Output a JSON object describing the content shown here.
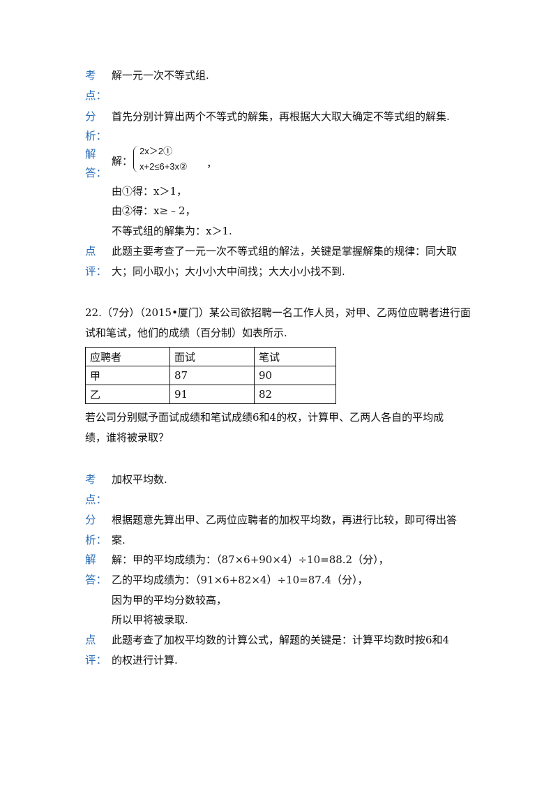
{
  "q21": {
    "kaodian_label_1": "考",
    "kaodian_label_2": "点：",
    "kaodian_text": "解一元一次不等式组.",
    "fenxi_label_1": "分",
    "fenxi_label_2": "析：",
    "fenxi_text": "首先分别计算出两个不等式的解集，再根据大大取大确定不等式组的解集.",
    "jieda_label_1": "解",
    "jieda_label_2": "答：",
    "jie_prefix": "解：",
    "system_line1": "2x＞2①",
    "system_line2": "x+2≤6+3x②",
    "system_comma": "，",
    "step1": "由①得：x＞1，",
    "step2": "由②得：x≥﹣2，",
    "step3": "不等式组的解集为：x＞1.",
    "dianping_label_1": "点",
    "dianping_label_2": "评：",
    "dianping_line1": "此题主要考查了一元一次不等式组的解法，关键是掌握解集的规律：同大取",
    "dianping_line2": "大；同小取小；大小小大中间找；大大小小找不到."
  },
  "q22": {
    "stem_line1": "22.（7分）（2015•厦门）某公司欲招聘一名工作人员，对甲、乙两位应聘者进行面",
    "stem_line2": "试和笔试，他们的成绩（百分制）如表所示.",
    "table": {
      "headers": [
        "应聘者",
        "面试",
        "笔试"
      ],
      "rows": [
        [
          "甲",
          "87",
          "90"
        ],
        [
          "乙",
          "91",
          "82"
        ]
      ]
    },
    "question_line1": "若公司分别赋予面试成绩和笔试成绩6和4的权，计算甲、乙两人各自的平均成",
    "question_line2": "绩，谁将被录取？",
    "kaodian_label_1": "考",
    "kaodian_label_2": "点：",
    "kaodian_text": "加权平均数.",
    "fenxi_label_1": "分",
    "fenxi_label_2": "析：",
    "fenxi_line1": "根据题意先算出甲、乙两位应聘者的加权平均数，再进行比较，即可得出答",
    "fenxi_line2": "案.",
    "jieda_label_1": "解",
    "jieda_label_2": "答：",
    "jieda_line1": "解：甲的平均成绩为：（87×6+90×4）÷10=88.2（分），",
    "jieda_line2": "乙的平均成绩为：（91×6+82×4）÷10=87.4（分），",
    "jieda_line3": "因为甲的平均分数较高，",
    "jieda_line4": "所以甲将被录取.",
    "dianping_label_1": "点",
    "dianping_label_2": "评：",
    "dianping_line1": "此题考查了加权平均数的计算公式，解题的关键是：计算平均数时按6和4",
    "dianping_line2": "的权进行计算."
  }
}
